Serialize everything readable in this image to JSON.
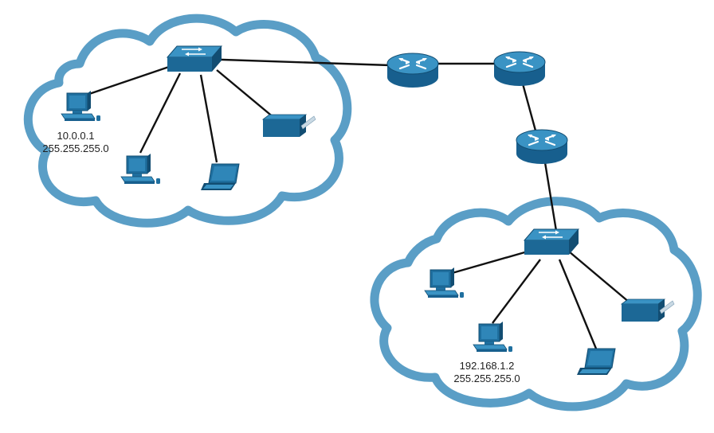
{
  "diagram": {
    "left_network": {
      "host_ip": "10.0.0.1",
      "host_mask": "255.255.255.0"
    },
    "right_network": {
      "host_ip": "192.168.1.2",
      "host_mask": "255.255.255.0"
    }
  },
  "colors": {
    "device_blue": "#1f6f9f",
    "device_top": "#3a93c4",
    "device_dark": "#124d72",
    "cloud_outline": "#4a96c2",
    "link": "#111111"
  },
  "icons": [
    "switch-icon",
    "router-icon",
    "desktop-pc-icon",
    "laptop-icon",
    "printer-icon",
    "cloud-icon"
  ]
}
